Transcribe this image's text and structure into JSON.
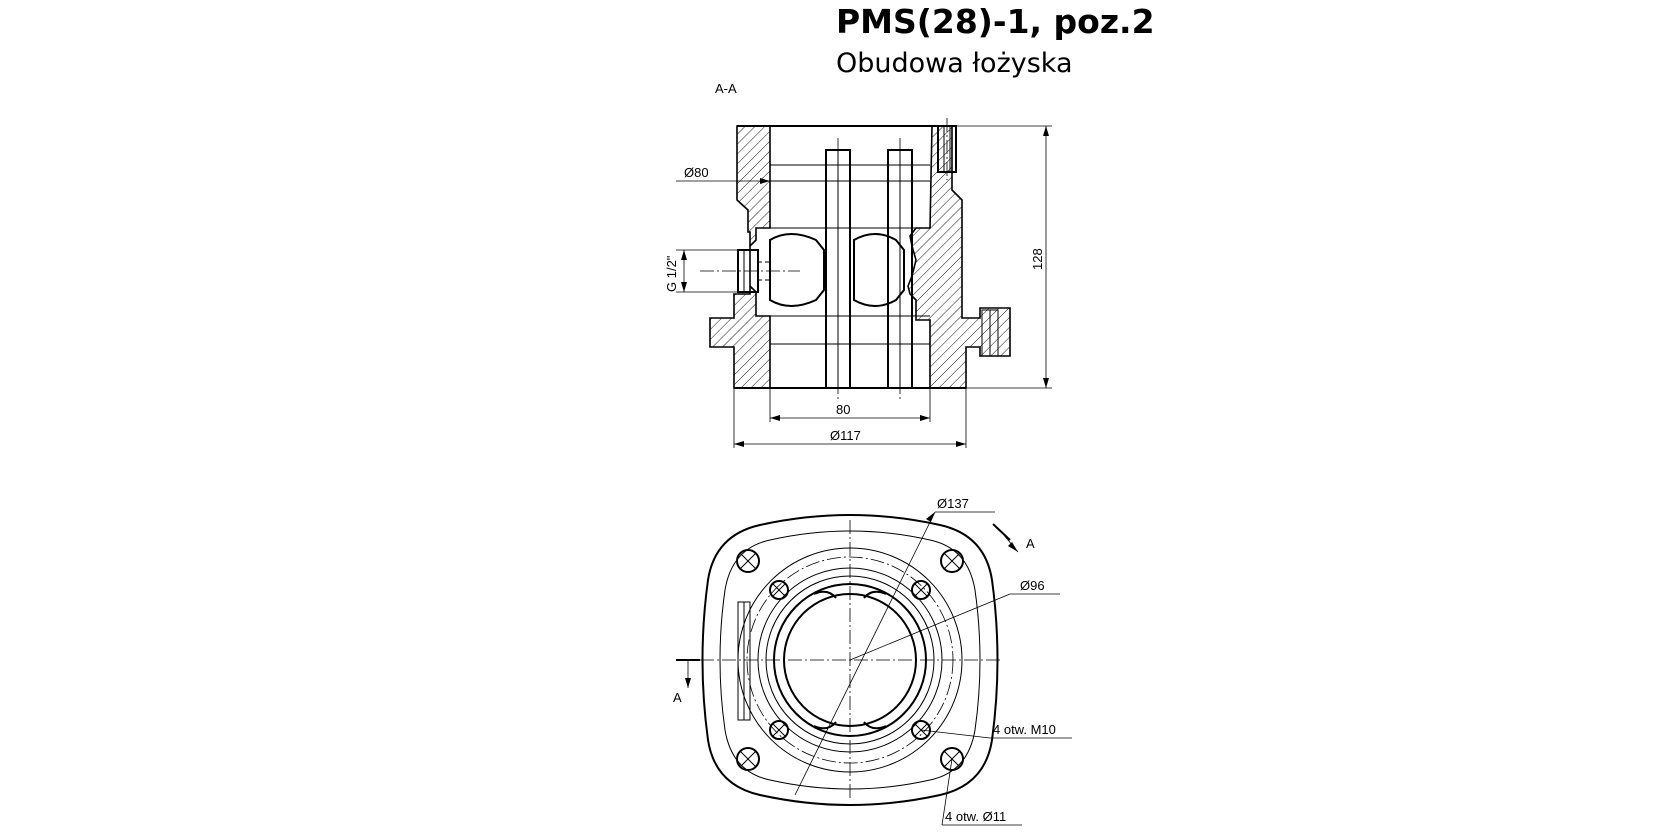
{
  "header": {
    "title": "PMS(28)-1, poz.2",
    "subtitle": "Obudowa łożyska"
  },
  "section_view": {
    "label": "A-A",
    "dims": {
      "bore": "Ø80",
      "thread": "G 1/2\"",
      "height": "128",
      "inner_width": "80",
      "outer_diameter": "Ø117"
    }
  },
  "top_view": {
    "dims": {
      "bolt_circle": "Ø137",
      "inner_circle": "Ø96",
      "threaded_holes": "4 otw. M10",
      "through_holes": "4 otw. Ø11"
    },
    "section_marks": [
      "A",
      "A"
    ]
  }
}
